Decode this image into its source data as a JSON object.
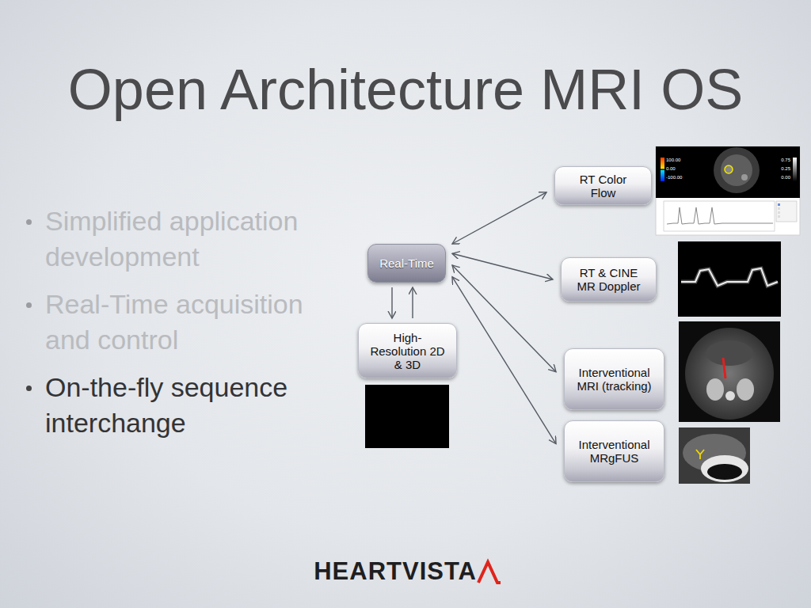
{
  "diagram": {
    "title": "Open Architecture MRI OS",
    "nodes": [
      {
        "text": [
          "Real-Time"
        ]
      },
      {
        "text": [
          "High- Resolution 2D & 3D"
        ]
      },
      {
        "text": [
          "RT Color Flow"
        ]
      },
      {
        "text": [
          "RT & CINE MR Doppler"
        ]
      },
      {
        "text": [
          "Interventional MRI (tracking)"
        ]
      },
      {
        "text": [
          "Interventional MRgFUS"
        ]
      }
    ],
    "edges": [
      {
        "from": 0,
        "to": 1,
        "arrow": "to"
      },
      {
        "from": 1,
        "to": 0,
        "arrow": "to"
      },
      {
        "from": 0,
        "to": 2,
        "arrow": "both"
      },
      {
        "from": 0,
        "to": 3,
        "arrow": "both"
      },
      {
        "from": 0,
        "to": 4,
        "arrow": "both"
      },
      {
        "from": 0,
        "to": 5,
        "arrow": "both"
      }
    ],
    "labels": [
      "Simplified application development",
      "Real-Time acquisition and control",
      "On-the-fly sequence interchange",
      "100.00",
      "0.00",
      "-100.00",
      "0.75",
      "0.25",
      "0.00",
      "HEARTVISTA"
    ]
  }
}
